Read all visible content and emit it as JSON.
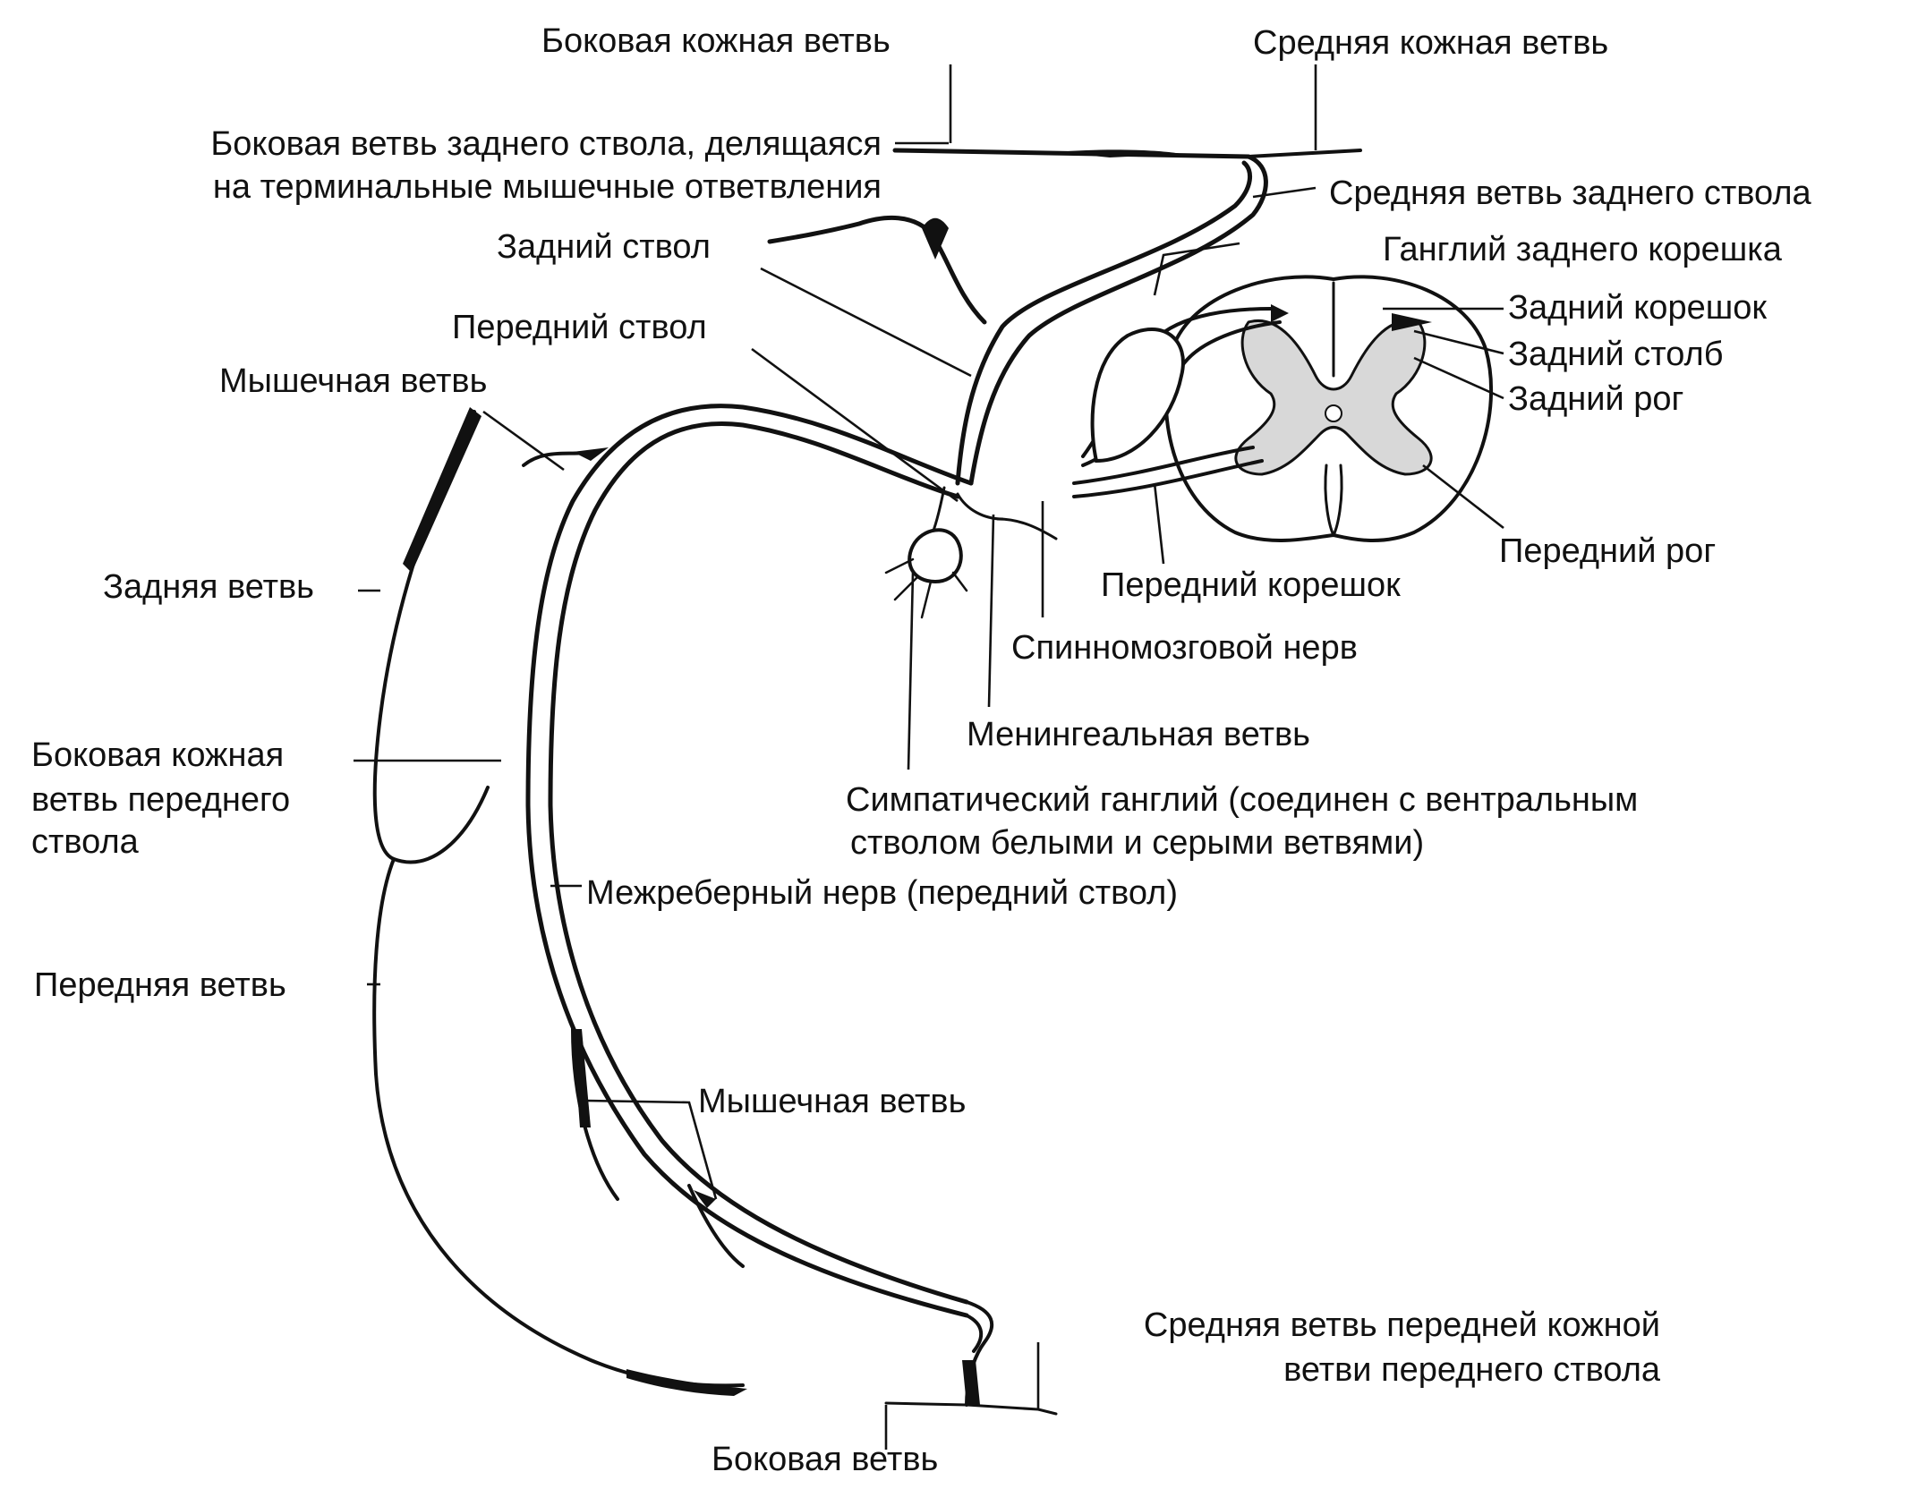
{
  "labels": {
    "lateral_cutaneous_branch": "Боковая кожная ветвь",
    "medial_cutaneous_branch": "Средняя кожная ветвь",
    "lateral_branch_posterior_trunk_1": "Боковая ветвь заднего ствола, делящаяся",
    "lateral_branch_posterior_trunk_2": "на терминальные мышечные ответвления",
    "medial_branch_posterior_trunk": "Средняя ветвь заднего ствола",
    "posterior_trunk": "Задний ствол",
    "posterior_root_ganglion": "Ганглий заднего корешка",
    "posterior_root": "Задний корешок",
    "posterior_column": "Задний столб",
    "posterior_horn": "Задний рог",
    "anterior_trunk": "Передний ствол",
    "muscular_branch_top": "Мышечная ветвь",
    "posterior_branch": "Задняя ветвь",
    "anterior_horn": "Передний рог",
    "anterior_root": "Передний корешок",
    "spinal_nerve": "Спинномозговой нерв",
    "meningeal_branch": "Менингеальная ветвь",
    "sympathetic_ganglion_1": "Симпатический ганглий (соединен с вентральным",
    "sympathetic_ganglion_2": "стволом белыми и серыми ветвями)",
    "lateral_cutaneous_anterior_1": "Боковая кожная",
    "lateral_cutaneous_anterior_2": "ветвь переднего",
    "lateral_cutaneous_anterior_3": "ствола",
    "intercostal_nerve": "Межреберный нерв (передний ствол)",
    "anterior_branch": "Передняя ветвь",
    "muscular_branch_bottom": "Мышечная ветвь",
    "medial_anterior_cutaneous_1": "Средняя ветвь передней кожной",
    "medial_anterior_cutaneous_2": "ветви переднего ствола",
    "lateral_branch_bottom": "Боковая ветвь"
  }
}
